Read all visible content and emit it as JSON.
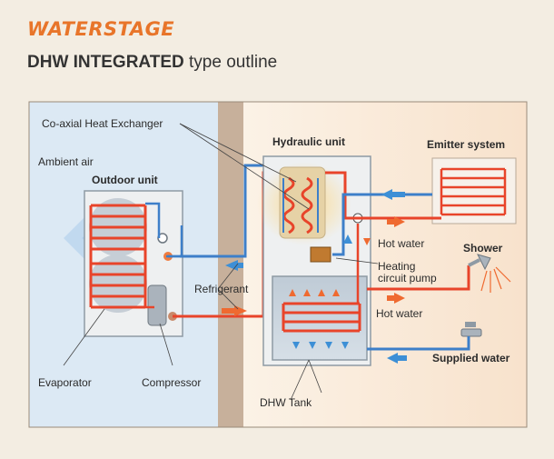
{
  "brand": {
    "logo_text": "WATERSTAGE"
  },
  "title": {
    "bold": "DHW INTEGRATED",
    "regular": " type outline"
  },
  "labels": {
    "ambient_air": "Ambient air",
    "outdoor_unit": "Outdoor unit",
    "coaxial_heat_exchanger": "Co-axial Heat Exchanger",
    "hydraulic_unit": "Hydraulic unit",
    "emitter_system": "Emitter system",
    "hot_water_1": "Hot water",
    "shower": "Shower",
    "heating_pump_1": "Heating",
    "heating_pump_2": "circuit pump",
    "refrigerant": "Refrigerant",
    "hot_water_2": "Hot water",
    "supplied_water": "Supplied water",
    "evaporator": "Evaporator",
    "compressor": "Compressor",
    "dhw_tank": "DHW Tank"
  },
  "colors": {
    "hot_pipe": "#e8442a",
    "cold_pipe": "#3d7fc9",
    "outdoor_bg": "#dce9f4",
    "wall": "#c7b09b",
    "indoor_bg": "#fbeee0",
    "arrow_orange": "#ef6a30",
    "arrow_blue": "#3d8fd6"
  }
}
